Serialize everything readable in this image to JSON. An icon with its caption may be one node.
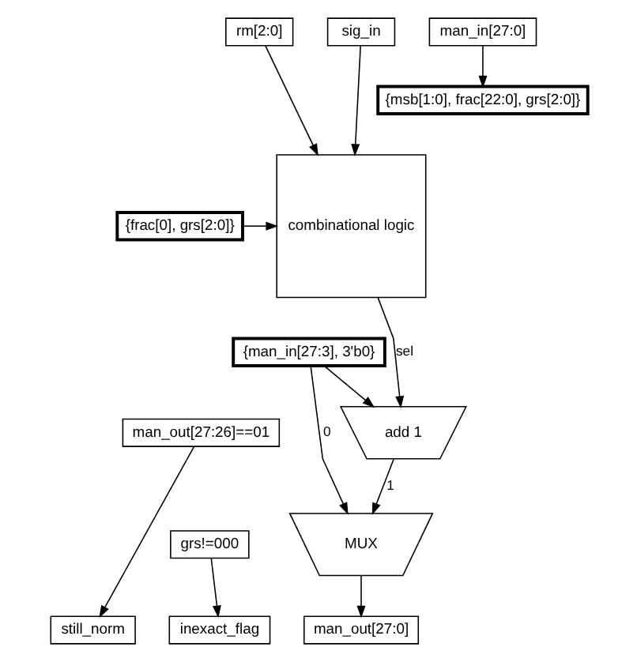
{
  "diagram": {
    "nodes": [
      {
        "text": [
          "rm[2:0]"
        ]
      },
      {
        "text": [
          "sig_in"
        ]
      },
      {
        "text": [
          "man_in[27:0]"
        ]
      },
      {
        "text": [
          "combinational logic"
        ]
      },
      {
        "text": [
          "{msb[1:0], frac[22:0], grs[2:0]}"
        ]
      },
      {
        "text": [
          "{frac[0], grs[2:0]}"
        ]
      },
      {
        "text": [
          "{man_in[27:3], 3'b0}"
        ]
      },
      {
        "text": [
          "add 1"
        ]
      },
      {
        "text": [
          "man_out[27:26]==01"
        ]
      },
      {
        "text": [
          "grs!=000"
        ]
      },
      {
        "text": [
          "MUX"
        ]
      },
      {
        "text": [
          "still_norm"
        ]
      },
      {
        "text": [
          "inexact_flag"
        ]
      },
      {
        "text": [
          "man_out[27:0]"
        ]
      }
    ],
    "edges": [
      {
        "from": 0,
        "to": 3,
        "arrow": "to"
      },
      {
        "from": 1,
        "to": 3,
        "arrow": "to"
      },
      {
        "from": 2,
        "to": 4,
        "arrow": "to"
      },
      {
        "from": 5,
        "to": 3,
        "arrow": "to"
      },
      {
        "from": 6,
        "to": 7,
        "arrow": "to"
      },
      {
        "from": 3,
        "to": 7,
        "label": "sel",
        "arrow": "to"
      },
      {
        "from": 7,
        "to": 10,
        "label": "1",
        "arrow": "to"
      },
      {
        "from": 6,
        "to": 10,
        "label": "0",
        "arrow": "to"
      },
      {
        "from": 8,
        "to": 11,
        "arrow": "to"
      },
      {
        "from": 9,
        "to": 12,
        "arrow": "to"
      },
      {
        "from": 10,
        "to": 13,
        "arrow": "to"
      }
    ]
  }
}
